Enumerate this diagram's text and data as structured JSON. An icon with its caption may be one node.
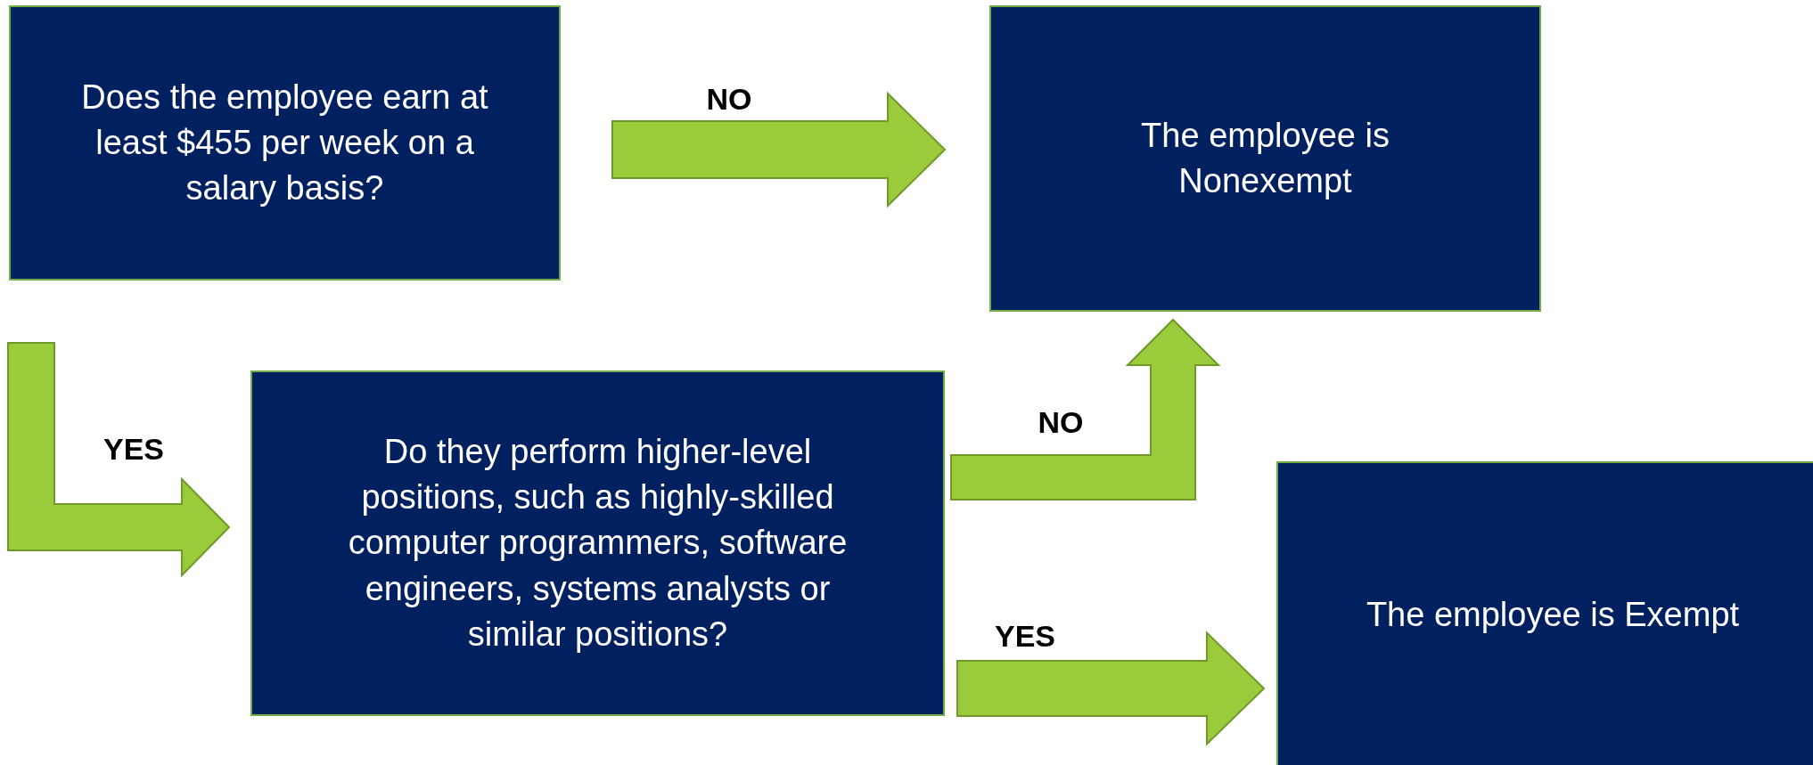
{
  "diagram": {
    "nodes": [
      {
        "text": [
          "Does the employee earn at least $455 per week on a salary basis?"
        ]
      },
      {
        "text": [
          "The employee is Nonexempt"
        ]
      },
      {
        "text": [
          "Do they perform higher-level positions, such as highly-skilled computer programmers, software engineers, systems analysts or similar positions?"
        ]
      },
      {
        "text": [
          "The employee is Exempt"
        ]
      }
    ],
    "edges": [
      {
        "from": 0,
        "to": 1,
        "arrow": "to",
        "label": "NO"
      },
      {
        "from": 0,
        "to": 2,
        "arrow": "to",
        "label": "YES"
      },
      {
        "from": 2,
        "to": 1,
        "arrow": "to",
        "label": "NO"
      },
      {
        "from": 2,
        "to": 3,
        "arrow": "to",
        "label": "YES"
      }
    ]
  }
}
